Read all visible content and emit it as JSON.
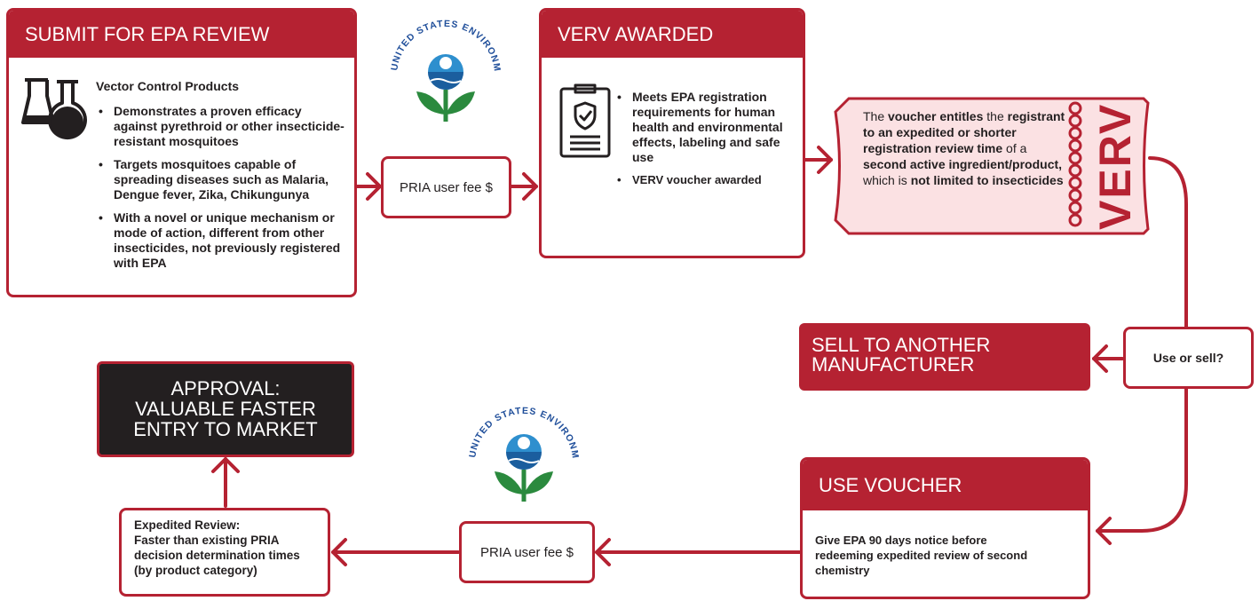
{
  "colors": {
    "brand_red": "#b52232",
    "dark_box": "#231f20",
    "voucher_fill": "#fbe1e3"
  },
  "submit": {
    "title": "SUBMIT FOR EPA REVIEW",
    "heading": "Vector Control Products",
    "bullets": [
      "Demonstrates a proven efficacy against pyrethroid or other insecticide-resistant mosquitoes",
      "Targets mosquitoes capable of spreading diseases such as Malaria, Dengue fever, Zika, Chikungunya",
      "With a novel or unique mechanism or mode of action, different from other insecticides, not previously registered with EPA"
    ],
    "icon": "lab-flasks-icon"
  },
  "fee_top": {
    "label": "PRIA user fee $"
  },
  "fee_bottom": {
    "label": "PRIA user fee $"
  },
  "epa_seal": {
    "text": "UNITED STATES ENVIRONMENTAL PROTECTION AGENCY",
    "icon": "epa-seal-icon"
  },
  "verv_awarded": {
    "title": "VERV AWARDED",
    "bullets": [
      "Meets EPA registration requirements for human health and environmental effects, labeling and safe use",
      "VERV voucher awarded"
    ],
    "icon": "clipboard-shield-icon"
  },
  "voucher": {
    "stub_label": "VERV",
    "t1": "The ",
    "b1": "voucher entitles",
    "t2": " the ",
    "b2": "registrant to an expedited or shorter registration review time",
    "t3": " of a ",
    "b3": "second active ingredient/product,",
    "t4": " which is ",
    "b4": "not limited to insecticides"
  },
  "use_or_sell": {
    "label": "Use or sell?"
  },
  "sell": {
    "line1": "SELL TO ANOTHER",
    "line2": "MANUFACTURER"
  },
  "use_voucher": {
    "title": "USE VOUCHER",
    "text": "Give EPA 90 days notice before redeeming expedited review of second chemistry"
  },
  "expedited": {
    "line1": "Expedited Review:",
    "line2": "Faster than existing PRIA decision determination times (by product category)"
  },
  "approval": {
    "line1": "APPROVAL:",
    "line2": "VALUABLE FASTER",
    "line3": "ENTRY TO MARKET"
  }
}
